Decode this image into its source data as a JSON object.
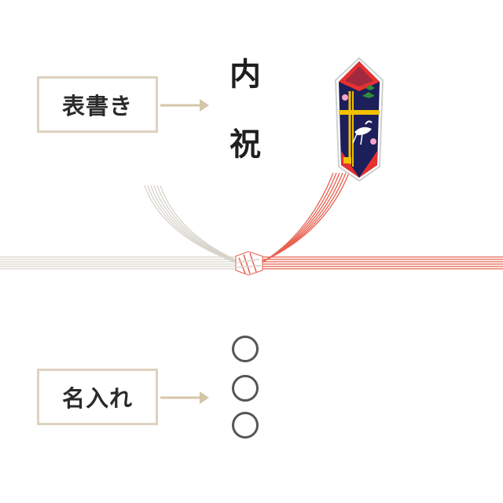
{
  "labels": {
    "omotegaki": "表書き",
    "naire": "名入れ"
  },
  "omotegaki_text": [
    "内",
    "祝"
  ],
  "name_placeholders": [
    "◯",
    "◯",
    "◯"
  ],
  "icons": {
    "arrow": "arrow-right-icon",
    "noshi": "noshi-ornament-icon",
    "mizuhiki": "mizuhiki-cord-icon"
  },
  "colors": {
    "label_border": "#ddd2bf",
    "arrow": "#d4c6a8",
    "cord_red": "#e8604e",
    "cord_white": "#d7d3cb",
    "noshi_navy": "#1c1f5a",
    "noshi_red": "#e83030",
    "noshi_gold": "#f2c200",
    "text": "#1f1f1f"
  }
}
